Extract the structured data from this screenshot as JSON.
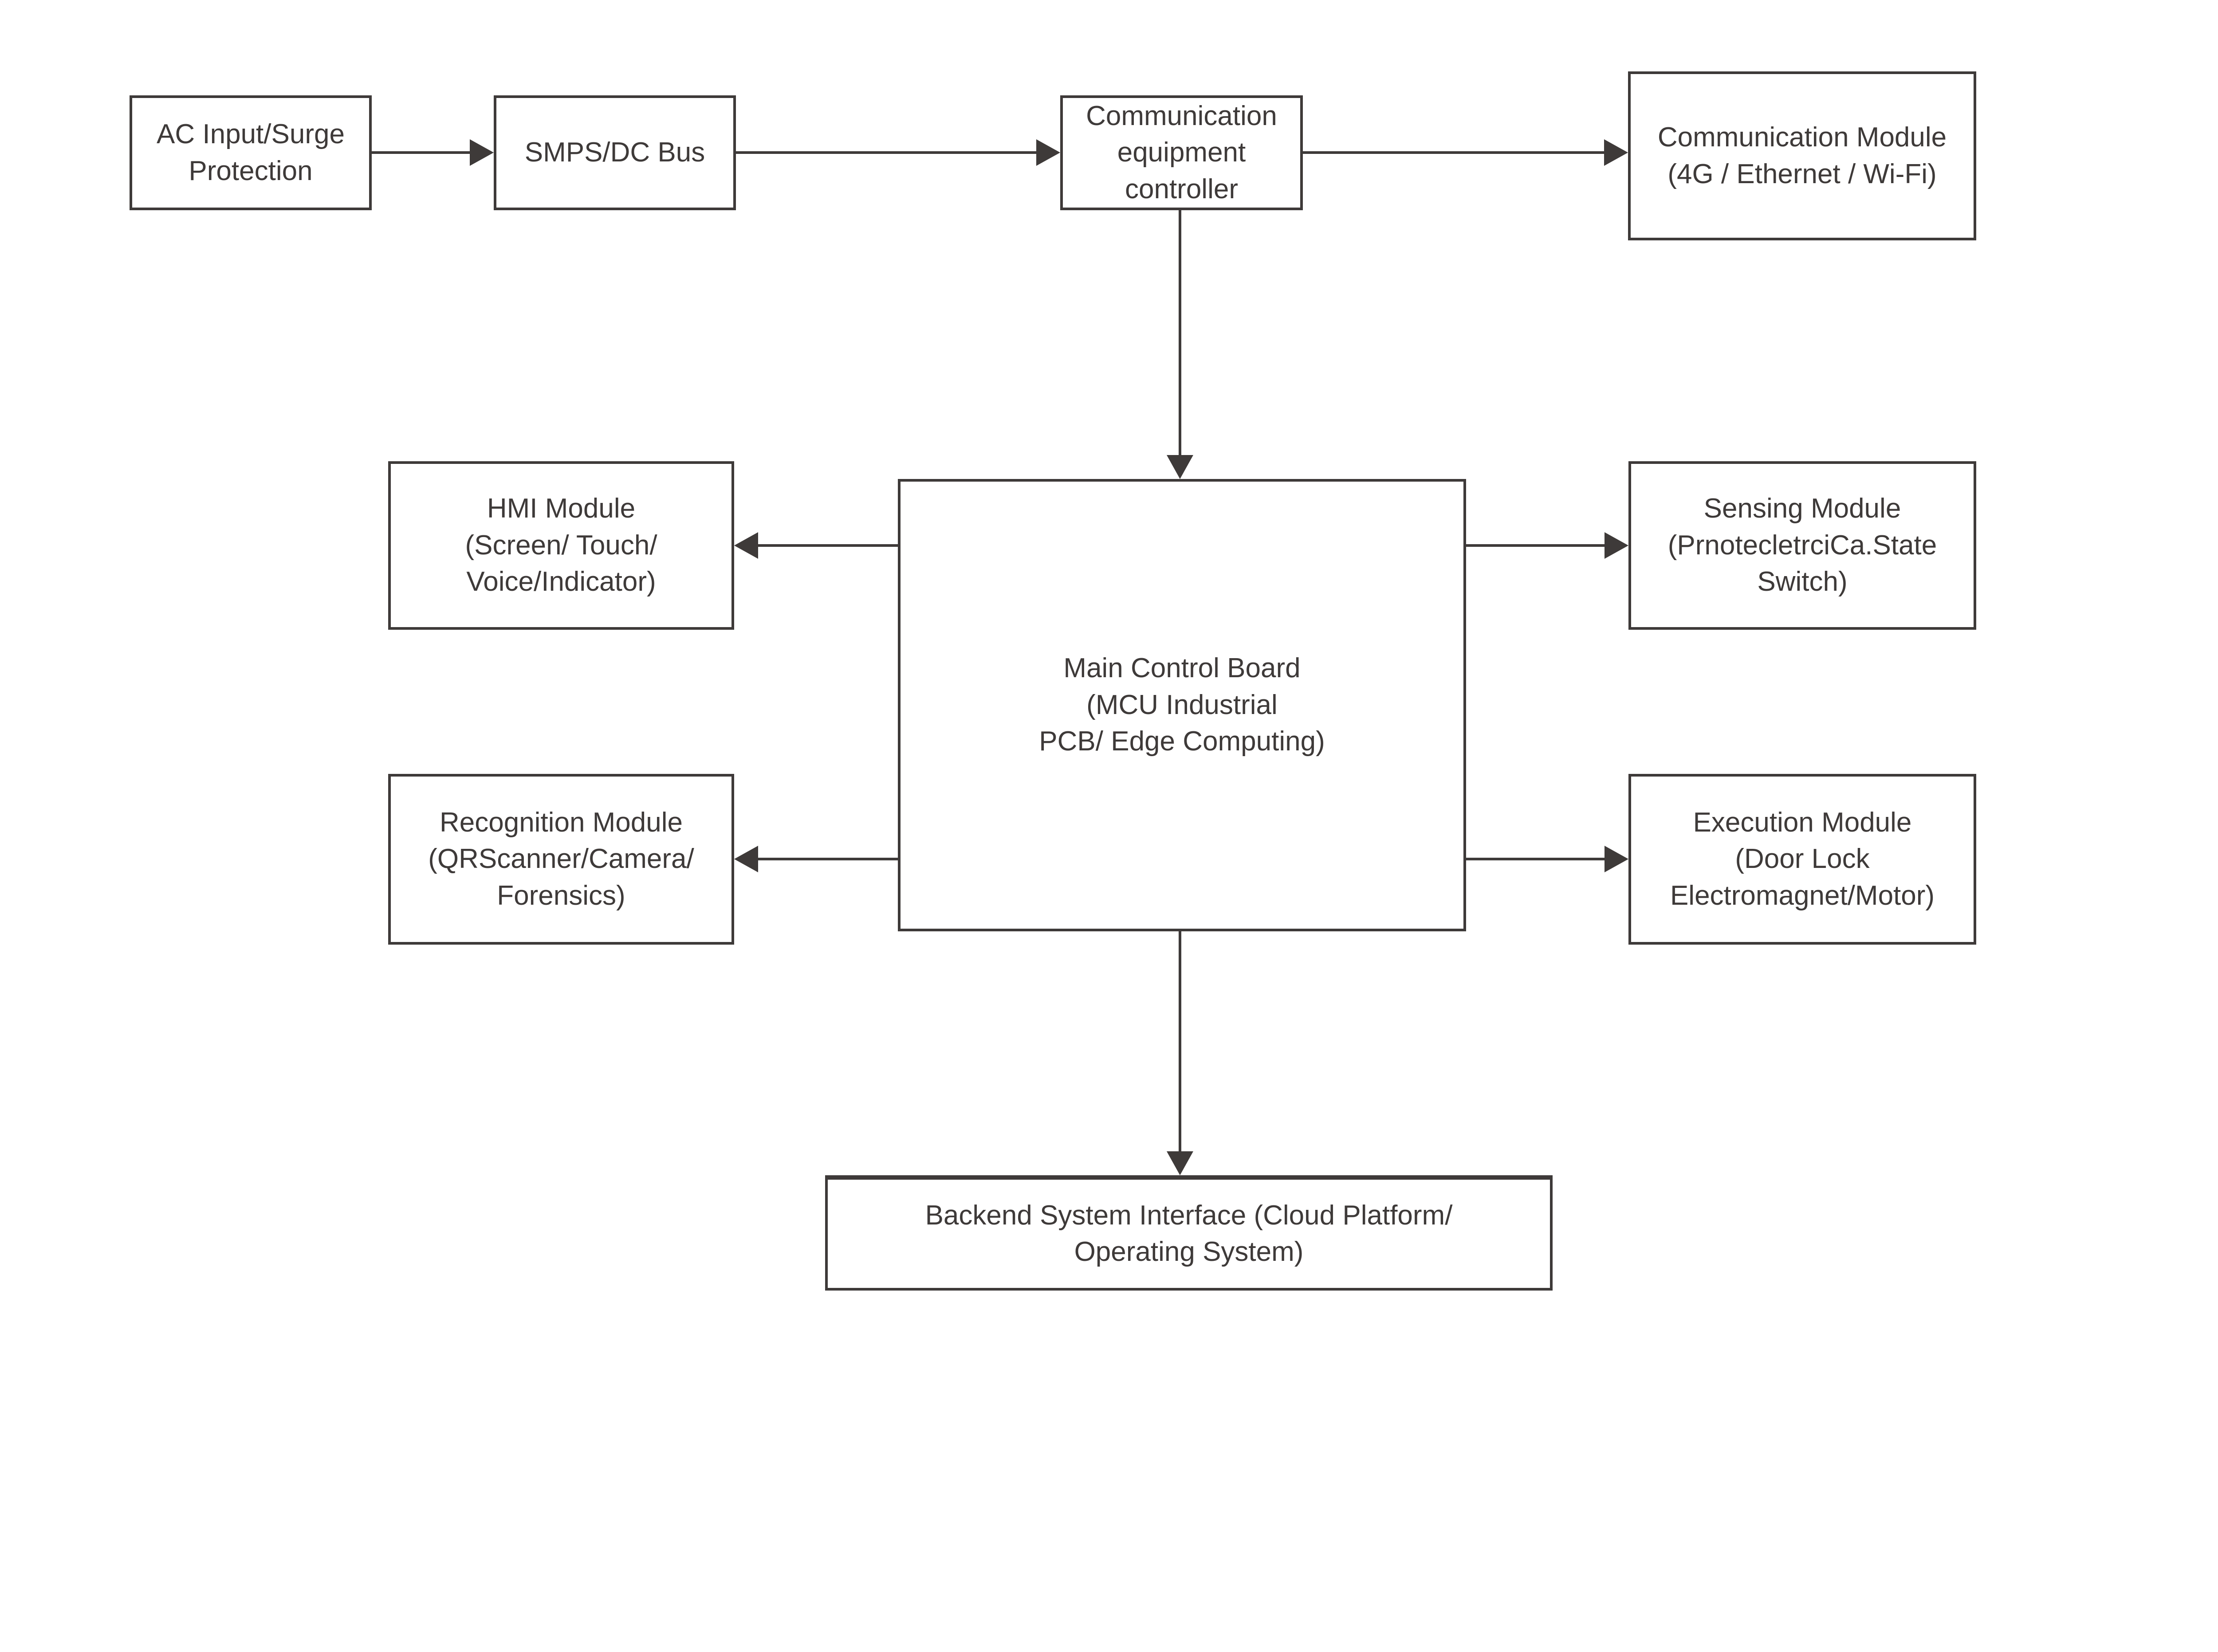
{
  "diagram": {
    "type": "block-diagram",
    "background": "#ffffff",
    "colors": {
      "stroke": "#3e3a39",
      "text": "#3e3a39"
    },
    "nodes": {
      "ac": {
        "label": "AC Input/Surge\nProtection"
      },
      "smps": {
        "label": "SMPS/DC Bus"
      },
      "ctrl": {
        "label": "Communication\nequipment\ncontroller"
      },
      "comm": {
        "label": "Communication Module\n(4G / Ethernet / Wi-Fi)"
      },
      "hmi": {
        "label": "HMI Module\n(Screen/ Touch/\nVoice/Indicator)"
      },
      "main": {
        "label": "Main Control Board\n(MCU Industrial\nPCB/ Edge Computing)"
      },
      "sensing": {
        "label": "Sensing Module\n(PrnotecletrciCa.State\nSwitch)"
      },
      "recognition": {
        "label": "Recognition Module\n(QRScanner/Camera/\nForensics)"
      },
      "execution": {
        "label": "Execution Module\n(Door Lock\nElectromagnet/Motor)"
      },
      "backend": {
        "label": "Backend System Interface (Cloud Platform/\nOperating System)"
      }
    },
    "connections": [
      {
        "from": "ac",
        "to": "smps",
        "direction": "right"
      },
      {
        "from": "smps",
        "to": "ctrl",
        "direction": "right"
      },
      {
        "from": "ctrl",
        "to": "comm",
        "direction": "right"
      },
      {
        "from": "ctrl",
        "to": "main",
        "direction": "down"
      },
      {
        "from": "main",
        "to": "hmi",
        "direction": "left"
      },
      {
        "from": "main",
        "to": "sensing",
        "direction": "right"
      },
      {
        "from": "main",
        "to": "recognition",
        "direction": "left"
      },
      {
        "from": "main",
        "to": "execution",
        "direction": "right"
      },
      {
        "from": "main",
        "to": "backend",
        "direction": "down"
      }
    ]
  }
}
